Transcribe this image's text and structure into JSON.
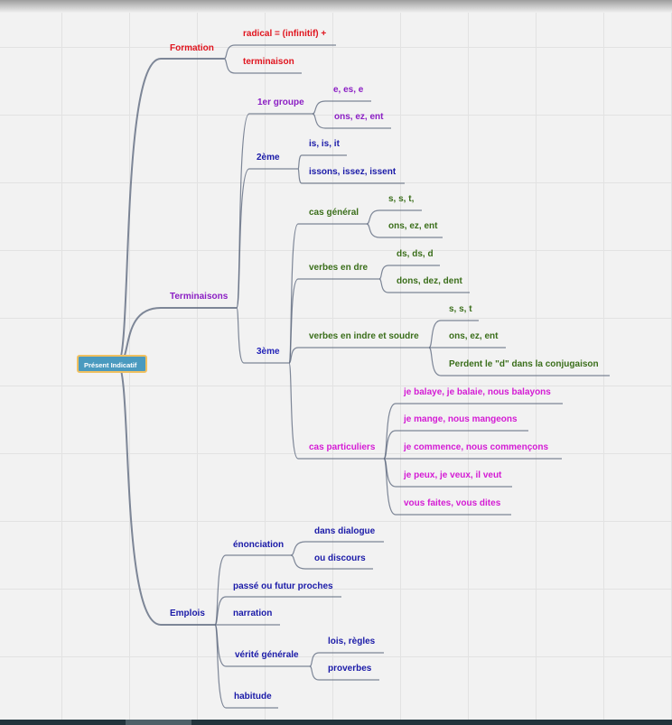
{
  "root": "Présent Indicatif",
  "formation": {
    "label": "Formation",
    "children": [
      "radical = (infinitif) +",
      "terminaison"
    ]
  },
  "terminaisons": {
    "label": "Terminaisons",
    "groupe1": {
      "label": "1er groupe",
      "children": [
        "e, es, e",
        "ons, ez, ent"
      ]
    },
    "groupe2": {
      "label": "2ème",
      "children": [
        "is, is, it",
        "issons, issez, issent"
      ]
    },
    "groupe3": {
      "label": "3ème",
      "cas_general": {
        "label": "cas général",
        "children": [
          "s, s, t,",
          "ons, ez, ent"
        ]
      },
      "verbes_dre": {
        "label": "verbes en dre",
        "children": [
          "ds, ds, d",
          "dons, dez, dent"
        ]
      },
      "verbes_indre": {
        "label": "verbes en indre et soudre",
        "children": [
          "s, s, t",
          "ons, ez, ent",
          "Perdent le \"d\" dans la conjugaison"
        ]
      },
      "cas_particuliers": {
        "label": "cas particuliers",
        "children": [
          "je balaye, je balaie, nous balayons",
          "je mange, nous mangeons",
          "je commence, nous commençons",
          "je peux, je veux, il veut",
          "vous faites, vous dites"
        ]
      }
    }
  },
  "emplois": {
    "label": "Emplois",
    "enonciation": {
      "label": "énonciation",
      "children": [
        "dans dialogue",
        "ou discours"
      ]
    },
    "passe": "passé ou futur proches",
    "narration": "narration",
    "verite": {
      "label": "vérité générale",
      "children": [
        "lois, règles",
        "proverbes"
      ]
    },
    "habitude": "habitude"
  },
  "colors": {
    "formation": "#e0141e",
    "terminaisons": "#8b1ec4",
    "groupe2": "#1a1aa8",
    "groupe3": "#2424b8",
    "green": "#3a6e1a",
    "magenta": "#d41bd4",
    "emplois": "#1a1aa8",
    "line": "#5f6a80"
  }
}
